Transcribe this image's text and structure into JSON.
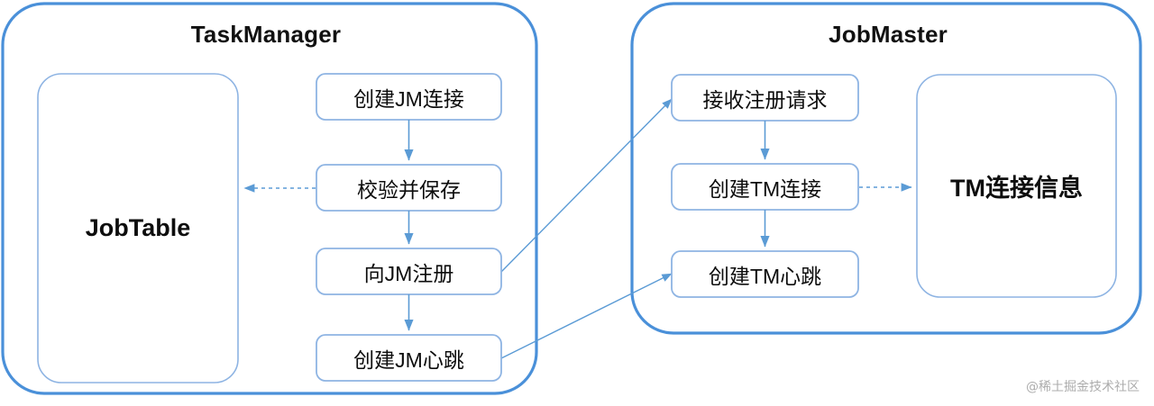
{
  "diagram": {
    "title_taskmanager": "TaskManager",
    "title_jobmaster": "JobMaster",
    "colors": {
      "panel_border": "#4a90d9",
      "node_border": "#8eb4e3",
      "connector": "#5b9bd5",
      "text": "#0d0d0d",
      "background": "#ffffff"
    }
  },
  "panels": [
    {
      "id": "taskmanager",
      "label": "TaskManager"
    },
    {
      "id": "jobmaster",
      "label": "JobMaster"
    }
  ],
  "nodes": {
    "jobtable": "JobTable",
    "create_jm_connection": "创建JM连接",
    "validate_and_save": "校验并保存",
    "register_to_jm": "向JM注册",
    "create_jm_heartbeat": "创建JM心跳",
    "receive_register_request": "接收注册请求",
    "create_tm_connection": "创建TM连接",
    "create_tm_heartbeat": "创建TM心跳",
    "tm_connection_info": "TM连接信息"
  },
  "edges": [
    {
      "id": "jm-conn-to-validate",
      "from": "创建JM连接",
      "to": "校验并保存",
      "style": "solid"
    },
    {
      "id": "validate-to-jobtable",
      "from": "校验并保存",
      "to": "JobTable",
      "style": "dashed"
    },
    {
      "id": "validate-to-register",
      "from": "校验并保存",
      "to": "向JM注册",
      "style": "solid"
    },
    {
      "id": "register-to-heartbeat",
      "from": "向JM注册",
      "to": "创建JM心跳",
      "style": "solid"
    },
    {
      "id": "register-to-receive",
      "from": "向JM注册",
      "to": "接收注册请求",
      "style": "solid"
    },
    {
      "id": "jm-heartbeat-to-tm-heartbeat",
      "from": "创建JM心跳",
      "to": "创建TM心跳",
      "style": "solid"
    },
    {
      "id": "receive-to-tm-conn",
      "from": "接收注册请求",
      "to": "创建TM连接",
      "style": "solid"
    },
    {
      "id": "tm-conn-to-info",
      "from": "创建TM连接",
      "to": "TM连接信息",
      "style": "dashed"
    },
    {
      "id": "tm-conn-to-tm-heartbeat",
      "from": "创建TM连接",
      "to": "创建TM心跳",
      "style": "solid"
    }
  ],
  "watermark": {
    "text": "@稀土掘金技术社区"
  }
}
